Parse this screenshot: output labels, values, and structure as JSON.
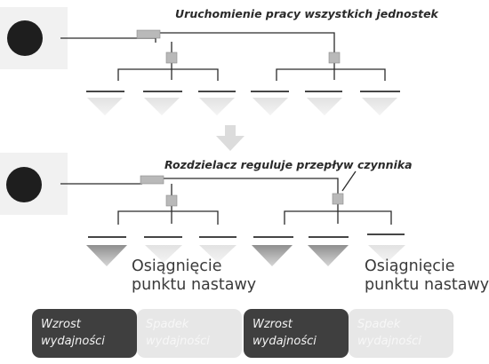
{
  "top_caption": "Uruchomienie pracy wszystkich jednostek",
  "middle_caption": "Rozdzielacz reguluje przepływ czynnika",
  "setpoint_left": [
    "Osiągnięcie",
    "punktu nastawy"
  ],
  "setpoint_right": [
    "Osiągnięcie",
    "punktu nastawy"
  ],
  "badges": [
    {
      "line1": "Wzrost",
      "line2": "wydajności",
      "style": "dark"
    },
    {
      "line1": "Spadek",
      "line2": "wydajności",
      "style": "light"
    },
    {
      "line1": "Wzrost",
      "line2": "wydajności",
      "style": "dark"
    },
    {
      "line1": "Spadek",
      "line2": "wydajności",
      "style": "light"
    }
  ],
  "colors": {
    "line": "#2b2b2b",
    "fan": "#1e1e1e",
    "unit_casing": "#f1f1f1",
    "joint": "#b9b9b9",
    "arrow_dark": "#c4c4c4",
    "arrow_light": "#ececec",
    "down_arrow": "#dcdcdc"
  },
  "icons": [
    "outdoor-unit-icon",
    "refnet-joint-icon",
    "indoor-unit-icon",
    "airflow-arrow-icon",
    "transition-arrow-icon"
  ]
}
